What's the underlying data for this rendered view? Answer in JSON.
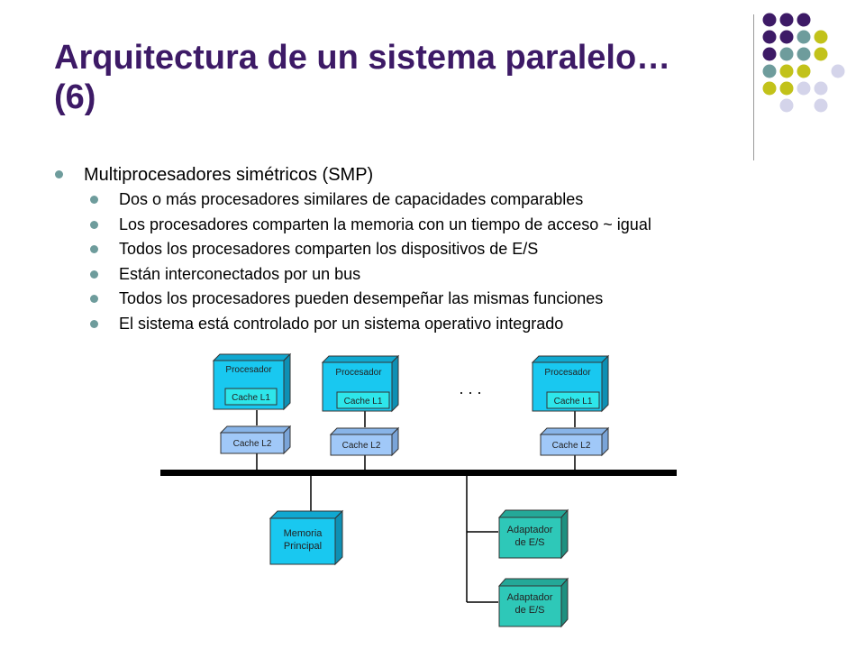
{
  "slide": {
    "title_line1": "Arquitectura de un sistema paralelo…",
    "title_line2": "(6)"
  },
  "colors": {
    "title": "#3d1a66",
    "bullet": "#6e9c9c",
    "deco_purple": "#3d1a66",
    "deco_teal": "#6e9c9c",
    "deco_olive": "#c2c21a",
    "deco_lavender": "#d4d4ea",
    "processor_fill": "#19c8f0",
    "cache_l1_fill": "#2ee6ea",
    "cache_l2_fill": "#a0c8f8",
    "memory_fill": "#19c8f0",
    "adapter_fill": "#2ec8b8"
  },
  "bullets": {
    "main": "Multiprocesadores simétricos (SMP)",
    "sub": [
      "Dos o más procesadores similares de capacidades comparables",
      "Los procesadores comparten la memoria con un tiempo de acceso ~ igual",
      "Todos los procesadores comparten los dispositivos de E/S",
      "Están interconectados por un bus",
      "Todos los procesadores pueden desempeñar las mismas funciones",
      "El sistema está controlado por un sistema operativo integrado"
    ]
  },
  "diagram": {
    "processor_label": "Procesador",
    "cache_l1_label": "Cache L1",
    "cache_l2_label": "Cache L2",
    "ellipsis": ". . .",
    "memory_line1": "Memoria",
    "memory_line2": "Principal",
    "adapter_line1": "Adaptador",
    "adapter_line2": "de E/S"
  }
}
